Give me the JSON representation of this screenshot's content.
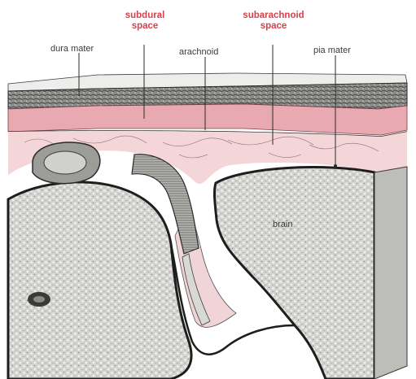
{
  "labels": {
    "dura_mater": "dura mater",
    "subdural_line1": "subdural",
    "subdural_line2": "space",
    "arachnoid": "arachnoid",
    "subarachnoid_line1": "subarachnoid",
    "subarachnoid_line2": "space",
    "pia_mater": "pia mater",
    "brain": "brain"
  },
  "colors": {
    "highlight_label": "#d8404a",
    "csf_space": "#f2c9ce",
    "dura_pink": "#e9a9b0",
    "brain_tissue": "#c9c9c6",
    "outline": "#1e1e1e"
  },
  "icons": {
    "brain_texture": "stipple-pattern"
  }
}
